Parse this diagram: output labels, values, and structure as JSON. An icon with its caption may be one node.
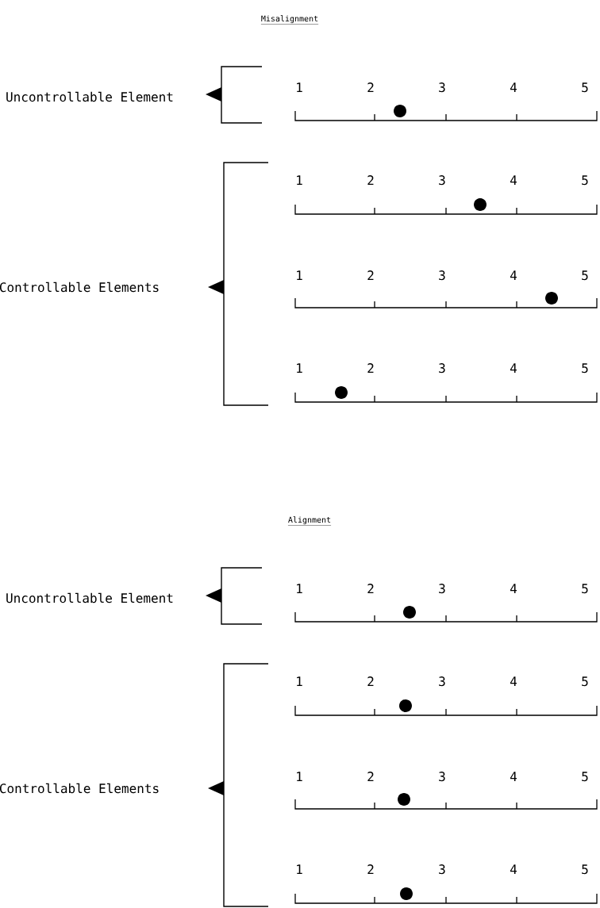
{
  "diagram": {
    "labels": [
      "Misalignment",
      "Uncontrollable Element",
      "1",
      "2",
      "3",
      "4",
      "5",
      "1",
      "2",
      "3",
      "4",
      "5",
      "Controllable Elements",
      "1",
      "2",
      "3",
      "4",
      "5",
      "1",
      "2",
      "3",
      "4",
      "5",
      "Alignment",
      "Uncontrollable Element",
      "1",
      "2",
      "3",
      "4",
      "5",
      "1",
      "2",
      "3",
      "4",
      "5",
      "Controllable Elements",
      "1",
      "2",
      "3",
      "4",
      "5",
      "1",
      "2",
      "3",
      "4",
      "5"
    ]
  }
}
